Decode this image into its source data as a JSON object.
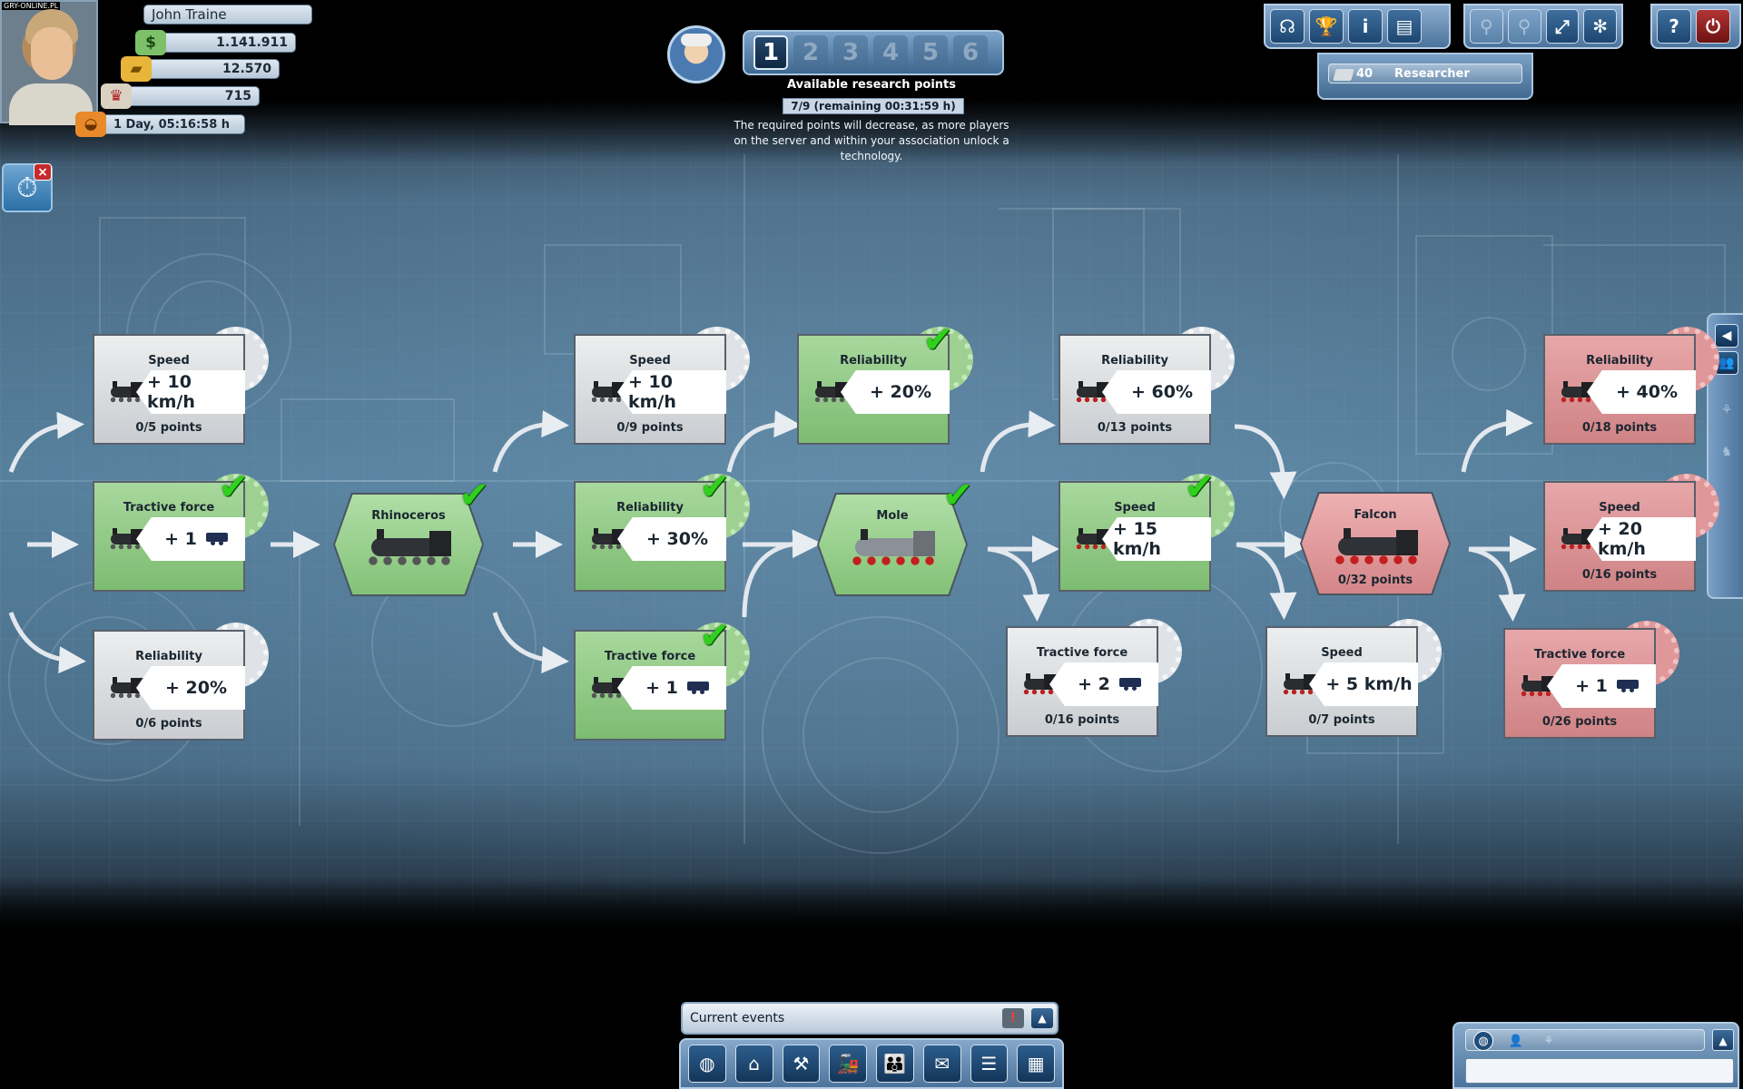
{
  "player": {
    "name": "John Traine",
    "money": "1.141.911",
    "gold": "12.570",
    "prestige": "715",
    "time": "1 Day, 05:16:58 h",
    "watermark": "GRY-ONLINE.PL"
  },
  "research": {
    "pages": [
      "1",
      "2",
      "3",
      "4",
      "5",
      "6"
    ],
    "active_page": "1",
    "title": "Available research points",
    "value": "7/9 (remaining 00:31:59 h)",
    "note": "The required points will decrease, as more players on the server and within your association unlock a technology."
  },
  "toolbar": {
    "buttons": [
      "headset-icon",
      "trophy-icon",
      "info-icon",
      "newspaper-icon",
      "zoom-in-icon",
      "zoom-out-icon",
      "fullscreen-icon",
      "settings-icon",
      "help-icon",
      "power-icon"
    ],
    "researcher_count": "40",
    "researcher_label": "Researcher"
  },
  "nodes": {
    "n1": {
      "title": "Speed",
      "value": "+ 10 km/h",
      "points": "0/5 points"
    },
    "n2": {
      "title": "Tractive force",
      "value": "+ 1"
    },
    "n3": {
      "title": "Reliability",
      "value": "+ 20%",
      "points": "0/6 points"
    },
    "rhino": {
      "title": "Rhinoceros"
    },
    "n4": {
      "title": "Speed",
      "value": "+ 10 km/h",
      "points": "0/9 points"
    },
    "n5": {
      "title": "Reliability",
      "value": "+ 30%"
    },
    "n6": {
      "title": "Tractive force",
      "value": "+ 1"
    },
    "n7": {
      "title": "Reliability",
      "value": "+ 20%"
    },
    "mole": {
      "title": "Mole"
    },
    "n8": {
      "title": "Reliability",
      "value": "+ 60%",
      "points": "0/13 points"
    },
    "n9": {
      "title": "Speed",
      "value": "+ 15 km/h"
    },
    "n10": {
      "title": "Tractive force",
      "value": "+ 2",
      "points": "0/16 points"
    },
    "falcon": {
      "title": "Falcon",
      "points": "0/32 points"
    },
    "n11": {
      "title": "Speed",
      "value": "+ 5 km/h",
      "points": "0/7 points"
    },
    "n12": {
      "title": "Reliability",
      "value": "+ 40%",
      "points": "0/18 points"
    },
    "n13": {
      "title": "Speed",
      "value": "+ 20 km/h",
      "points": "0/16 points"
    },
    "n14": {
      "title": "Tractive force",
      "value": "+ 1",
      "points": "0/26 points"
    }
  },
  "events": {
    "label": "Current events"
  },
  "bottom_bar": {
    "buttons": [
      "globe-icon",
      "depot-icon",
      "construction-icon",
      "locomotive-icon",
      "association-icon",
      "mail-icon",
      "ranking-icon",
      "calculator-icon"
    ]
  },
  "chat": {
    "input_value": ""
  },
  "colors": {
    "completed": "#8cc97f",
    "available": "#d9dcdf",
    "locked": "#dc9597",
    "blueprint": "#56809d"
  }
}
